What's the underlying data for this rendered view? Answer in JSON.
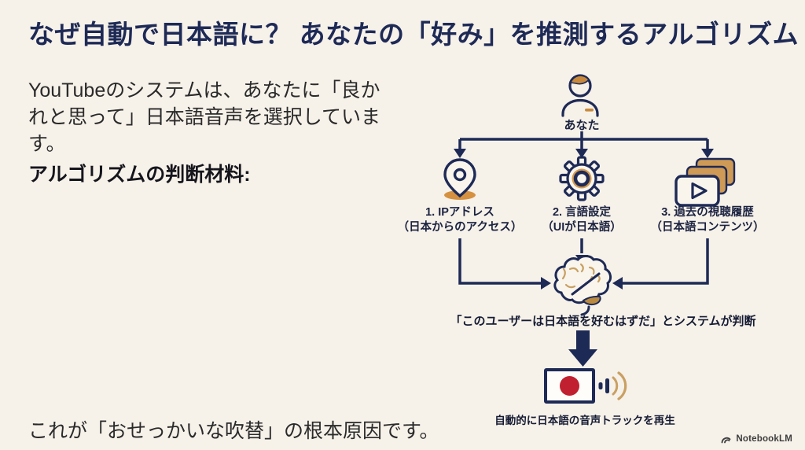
{
  "slide": {
    "title": "なぜ自動で日本語に？ あなたの「好み」を推測するアルゴリズム",
    "intro_lines": [
      "YouTubeのシステムは、あなたに「良か",
      "れと思って」日本語音声を選択していま",
      "す。"
    ],
    "intro_heading": "アルゴリズムの判断材料:",
    "closing_text": "これが「おせっかいな吹替」の根本原因です。"
  },
  "diagram": {
    "user": {
      "label": "あなた",
      "icon": "person-icon"
    },
    "factors": [
      {
        "num_label": "1. IPアドレス",
        "detail": "（日本からのアクセス）",
        "icon": "location-pin-icon"
      },
      {
        "num_label": "2. 言語設定",
        "detail": "（UIが日本語）",
        "icon": "gear-icon"
      },
      {
        "num_label": "3. 過去の視聴履歴",
        "detail": "（日本語コンテンツ）",
        "icon": "video-stack-icon"
      }
    ],
    "judgement_icon": "brain-icon",
    "judgement_caption": "「このユーザーは日本語を好むはずだ」とシステムが判断",
    "result_icon": "japan-flag-audio-icon",
    "result_caption": "自動的に日本語の音声トラックを再生"
  },
  "branding": {
    "logo_text": "NotebookLM",
    "logo_icon": "notebooklm-icon"
  },
  "colors": {
    "background": "#f6f1e9",
    "navy": "#1e2a56",
    "tan": "#cf9a55",
    "red": "#c0202f",
    "body_text": "#2a2a2a"
  }
}
